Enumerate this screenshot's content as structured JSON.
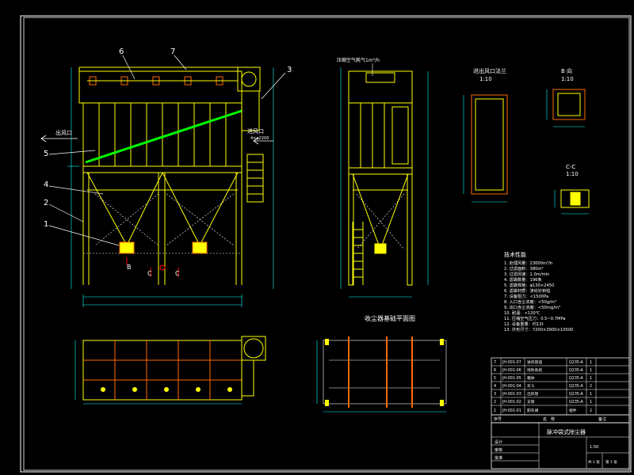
{
  "colors": {
    "background": "#000000",
    "frame": "#ffffff",
    "structure": "#ffff00",
    "dimension": "#00ffff",
    "hatch": "#ff6b00",
    "highlight": "#00ff00",
    "leader": "#ffffff",
    "section": "#ff0000"
  },
  "labels": {
    "part1": "1",
    "part2": "2",
    "part3": "3",
    "part4": "4",
    "part5": "5",
    "part6": "6",
    "part7": "7",
    "b_marker": "B",
    "c_marker_left": "C",
    "c_marker_right": "C",
    "outlet": "出风口",
    "inlet": "进风口",
    "inlet_size": "4×φ2200",
    "compressed_air": "压缩空气耗气1m³/h",
    "flange_view_title": "进出风口法兰",
    "flange_view_scale": "1:10",
    "b_view_title": "B 向",
    "b_view_scale": "1:10",
    "c_view_title": "C-C",
    "c_view_scale": "1:10",
    "plan_title": "收尘器基础平面图"
  },
  "tech": {
    "heading": "技术性能",
    "lines": [
      "1. 处理风量：23000m³/h",
      "2. 过滤面积：380m²",
      "3. 过滤风速：1.0m/min",
      "4. 滤袋数量：196条",
      "5. 滤袋规格：φ130×2450",
      "6. 滤袋材质：涤纶针刺毡",
      "7. 设备阻力：<1500Pa",
      "8. 入口含尘浓度：<50g/m³",
      "9. 出口含尘浓度：<50mg/m³",
      "10. 耐温：<120℃",
      "11. 压缩空气压力：0.5~0.7MPa",
      "12. 设备重量：约12t",
      "13. 外形尺寸：7200×3900×10500"
    ]
  },
  "parts_table": {
    "rows": [
      [
        "7",
        "JH-001-07",
        "进风管道",
        "Q235-A",
        "1"
      ],
      [
        "6",
        "JH-001-06",
        "喷吹系统",
        "Q235-A",
        "1"
      ],
      [
        "5",
        "JH-001-05",
        "箱体",
        "Q235-A",
        "1"
      ],
      [
        "4",
        "JH-001-04",
        "灰斗",
        "Q235-A",
        "2"
      ],
      [
        "3",
        "JH-001-03",
        "出风管",
        "Q235-A",
        "1"
      ],
      [
        "2",
        "JH-001-02",
        "支架",
        "Q235-A",
        "1"
      ],
      [
        "1",
        "JH-001-01",
        "卸灰阀",
        "组件",
        "2"
      ]
    ],
    "header_left": "序号",
    "header_mid": "名　称",
    "header_right": "备注"
  },
  "title_block": {
    "drawing_name": "脉冲袋式除尘器",
    "scale": "1:50",
    "sheet_label": "共 1 张",
    "page_label": "第 1 张",
    "design": "设计",
    "check": "审核",
    "approve": "批准"
  }
}
